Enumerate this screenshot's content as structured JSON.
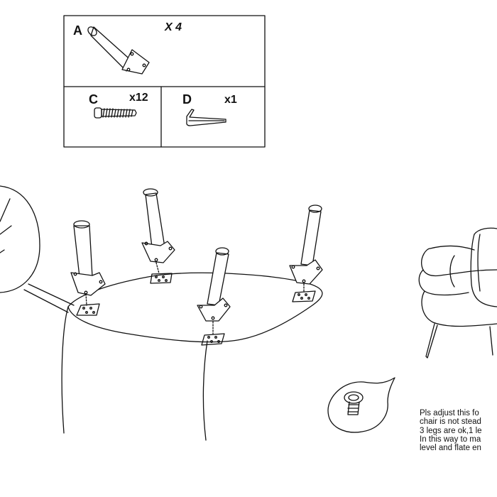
{
  "parts": [
    {
      "letter": "A",
      "qty": "X 4"
    },
    {
      "letter": "C",
      "qty": "x12"
    },
    {
      "letter": "D",
      "qty": "x1"
    }
  ],
  "note_lines": [
    "Pls adjust this fo",
    "chair is not stead",
    "3 legs are ok,1 le",
    "In this way to ma",
    "level and flate en"
  ],
  "colors": {
    "ink": "#111111",
    "paper": "#ffffff"
  }
}
